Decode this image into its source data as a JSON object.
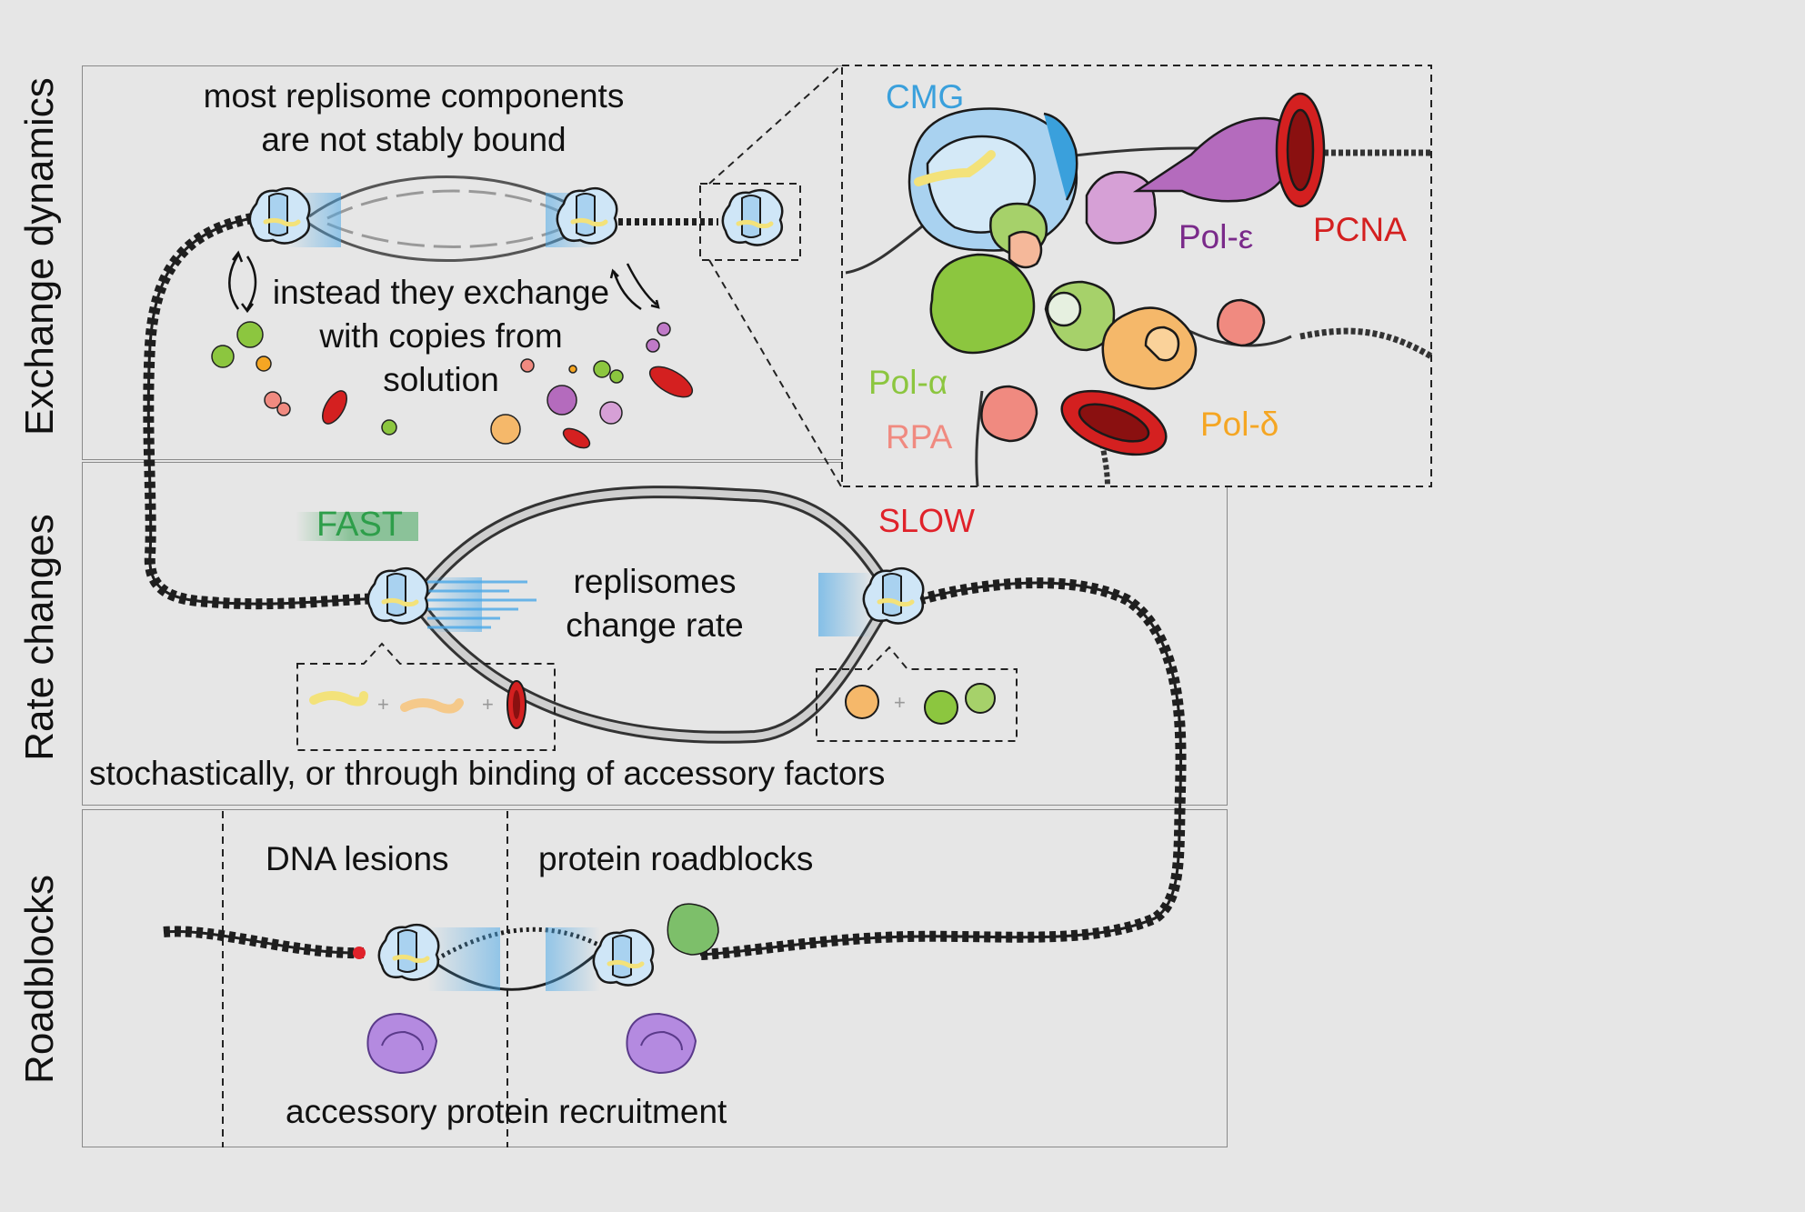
{
  "panels": {
    "exchange": {
      "side_label": "Exchange dynamics",
      "title_line1": "most replisome components",
      "title_line2": "are not stably bound",
      "body_line1": "instead they exchange",
      "body_line2": "with copies from",
      "body_line3": "solution"
    },
    "rate": {
      "side_label": "Rate changes",
      "fast": "FAST",
      "slow": "SLOW",
      "center_line1": "replisomes",
      "center_line2": "change rate",
      "caption": "stochastically, or through binding of accessory factors"
    },
    "roadblocks": {
      "side_label": "Roadblocks",
      "lesions": "DNA lesions",
      "protein": "protein roadblocks",
      "caption": "accessory protein recruitment"
    }
  },
  "inset": {
    "cmg": "CMG",
    "pol_epsilon": "Pol-ε",
    "pcna": "PCNA",
    "pol_alpha": "Pol-α",
    "rpa": "RPA",
    "pol_delta": "Pol-δ"
  },
  "colors": {
    "background": "#e6e6e6",
    "cmg": "#3aa0dc",
    "pol_epsilon": "#7a2a8a",
    "pcna": "#d42020",
    "pol_alpha": "#8cc63f",
    "rpa": "#f08a80",
    "pol_delta": "#f5a623",
    "fast": "#2e9e4a",
    "slow": "#e0222a",
    "accessory": "#b48ae0"
  }
}
